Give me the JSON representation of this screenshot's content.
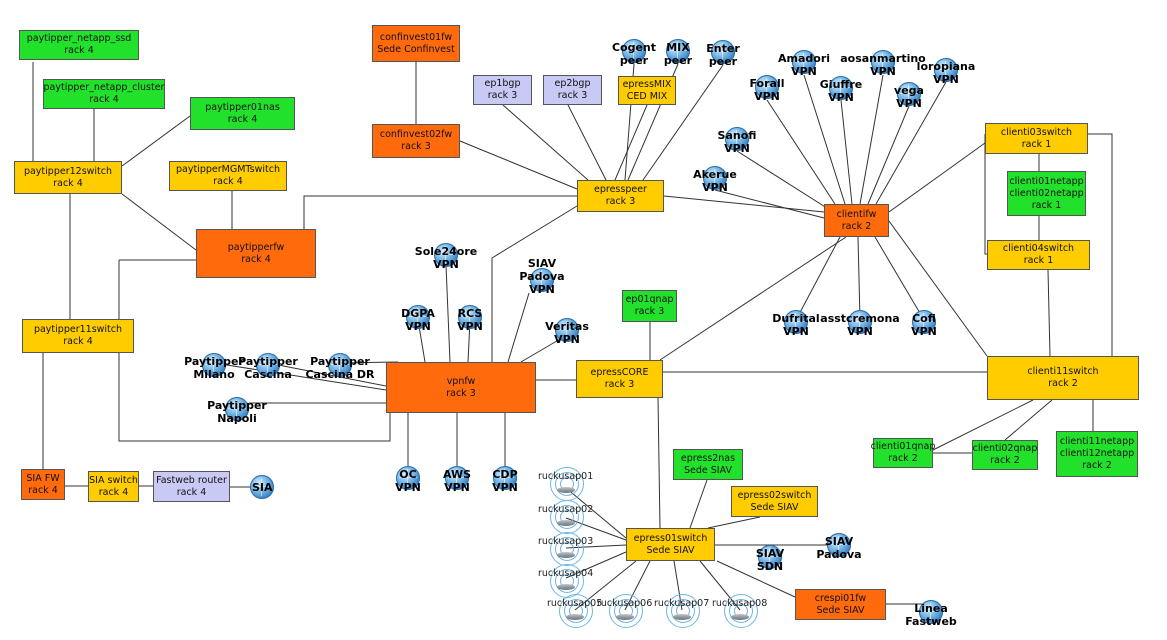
{
  "boxes": {
    "paytipper_netapp_ssd": {
      "line1": "paytipper_netapp_ssd",
      "line2": "rack 4",
      "color": "#22e12b"
    },
    "paytipper_netapp_cluster": {
      "line1": "paytipper_netapp_cluster",
      "line2": "rack 4",
      "color": "#22e12b"
    },
    "paytipper01nas": {
      "line1": "paytipper01nas",
      "line2": "rack 4",
      "color": "#22e12b"
    },
    "paytipper12switch": {
      "line1": "paytipper12switch",
      "line2": "rack 4",
      "color": "#ffcc00"
    },
    "paytipperMGMTswitch": {
      "line1": "paytipperMGMTswitch",
      "line2": "rack 4",
      "color": "#ffcc00"
    },
    "paytipperfw": {
      "line1": "paytipperfw",
      "line2": "rack 4",
      "color": "#ff6a0d"
    },
    "paytipper11switch": {
      "line1": "paytipper11switch",
      "line2": "rack 4",
      "color": "#ffcc00"
    },
    "sia_fw": {
      "line1": "SIA FW",
      "line2": "rack 4",
      "color": "#ff6a0d"
    },
    "sia_switch": {
      "line1": "SIA switch",
      "line2": "rack 4",
      "color": "#ffcc00"
    },
    "fastweb_router": {
      "line1": "Fastweb router",
      "line2": "rack 4",
      "color": "#c9c9f6"
    },
    "confinvest01fw": {
      "line1": "confinvest01fw",
      "line2": "Sede Confinvest",
      "color": "#ff6a0d"
    },
    "confinvest02fw": {
      "line1": "confinvest02fw",
      "line2": "rack 3",
      "color": "#ff6a0d"
    },
    "ep1bgp": {
      "line1": "ep1bgp",
      "line2": "rack 3",
      "color": "#c9c9f6"
    },
    "ep2bgp": {
      "line1": "ep2bgp",
      "line2": "rack 3",
      "color": "#c9c9f6"
    },
    "epressMIX": {
      "line1": "epressMIX",
      "line2": "CED MIX",
      "color": "#ffcc00"
    },
    "epresspeer": {
      "line1": "epresspeer",
      "line2": "rack 3",
      "color": "#ffcc00"
    },
    "vpnfw": {
      "line1": "vpnfw",
      "line2": "rack 3",
      "color": "#ff6a0d"
    },
    "ep01qnap": {
      "line1": "ep01qnap",
      "line2": "rack 3",
      "color": "#22e12b"
    },
    "epressCORE": {
      "line1": "epressCORE",
      "line2": "rack 3",
      "color": "#ffcc00"
    },
    "clientifw": {
      "line1": "clientifw",
      "line2": "rack 2",
      "color": "#ff6a0d"
    },
    "clienti03switch": {
      "line1": "clienti03switch",
      "line2": "rack 1",
      "color": "#ffcc00"
    },
    "clienti_netapp_r1": {
      "line1": "clienti01netapp",
      "line2": "clienti02netapp",
      "line3": "rack 1",
      "color": "#22e12b"
    },
    "clienti04switch": {
      "line1": "clienti04switch",
      "line2": "rack 1",
      "color": "#ffcc00"
    },
    "clienti11switch": {
      "line1": "clienti11switch",
      "line2": "rack 2",
      "color": "#ffcc00"
    },
    "clienti01qnap": {
      "line1": "clienti01qnap",
      "line2": "rack 2",
      "color": "#22e12b"
    },
    "clienti02qnap": {
      "line1": "clienti02qnap",
      "line2": "rack 2",
      "color": "#22e12b"
    },
    "clienti_netapp_r2": {
      "line1": "clienti11netapp",
      "line2": "clienti12netapp",
      "line3": "rack 2",
      "color": "#22e12b"
    },
    "epress2nas": {
      "line1": "epress2nas",
      "line2": "Sede SIAV",
      "color": "#22e12b"
    },
    "epress02switch": {
      "line1": "epress02switch",
      "line2": "Sede SIAV",
      "color": "#ffcc00"
    },
    "epress01switch": {
      "line1": "epress01switch",
      "line2": "Sede SIAV",
      "color": "#ffcc00"
    },
    "crespi01fw": {
      "line1": "crespi01fw",
      "line2": "Sede SIAV",
      "color": "#ff6a0d"
    }
  },
  "vpns": {
    "sia": {
      "line1": "SIA"
    },
    "cogent": {
      "line1": "Cogent",
      "line2": "peer"
    },
    "mix": {
      "line1": "MIX",
      "line2": "peer"
    },
    "enter": {
      "line1": "Enter",
      "line2": "peer"
    },
    "amadori": {
      "line1": "Amadori",
      "line2": "VPN"
    },
    "forall": {
      "line1": "Forall",
      "line2": "VPN"
    },
    "giuffre": {
      "line1": "Giuffre",
      "line2": "VPN"
    },
    "aosanmartino": {
      "line1": "aosanmartino",
      "line2": "VPN"
    },
    "vega": {
      "line1": "vega",
      "line2": "VPN"
    },
    "loropiana": {
      "line1": "loropiana",
      "line2": "VPN"
    },
    "sanofi": {
      "line1": "Sanofi",
      "line2": "VPN"
    },
    "akerue": {
      "line1": "Akerue",
      "line2": "VPN"
    },
    "dufrital": {
      "line1": "Dufrital",
      "line2": "VPN"
    },
    "asstcremona": {
      "line1": "asstcremona",
      "line2": "VPN"
    },
    "cofi": {
      "line1": "Cofi",
      "line2": "VPN"
    },
    "sole24ore": {
      "line1": "Sole24ore",
      "line2": "VPN"
    },
    "siav_padova_vpn": {
      "line1": "SIAV",
      "line2": "Padova",
      "line3": "VPN"
    },
    "dgpa": {
      "line1": "DGPA",
      "line2": "VPN"
    },
    "rcs": {
      "line1": "RCS",
      "line2": "VPN"
    },
    "veritas": {
      "line1": "Veritas",
      "line2": "VPN"
    },
    "paytipper_milano": {
      "line1": "Paytipper",
      "line2": "Milano"
    },
    "paytipper_cascina": {
      "line1": "Paytipper",
      "line2": "Cascina"
    },
    "paytipper_cascina_dr": {
      "line1": "Paytipper",
      "line2": "Cascina DR"
    },
    "paytipper_napoli": {
      "line1": "Paytipper",
      "line2": "Napoli"
    },
    "oc": {
      "line1": "OC",
      "line2": "VPN"
    },
    "aws": {
      "line1": "AWS",
      "line2": "VPN"
    },
    "cdp": {
      "line1": "CDP",
      "line2": "VPN"
    },
    "siav_sdn": {
      "line1": "SIAV",
      "line2": "SDN"
    },
    "siav_padova": {
      "line1": "SIAV",
      "line2": "Padova"
    },
    "linea_fastweb": {
      "line1": "Linea",
      "line2": "Fastweb"
    }
  },
  "access_points": {
    "r01": "ruckusap01",
    "r02": "ruckusap02",
    "r03": "ruckusap03",
    "r04": "ruckusap04",
    "r05": "ruckusap05",
    "r06": "ruckusap06",
    "r07": "ruckusap07",
    "r08": "ruckusap08"
  },
  "icons": {
    "vpn": "globe-icon",
    "access_point": "wireless-access-point-icon"
  }
}
